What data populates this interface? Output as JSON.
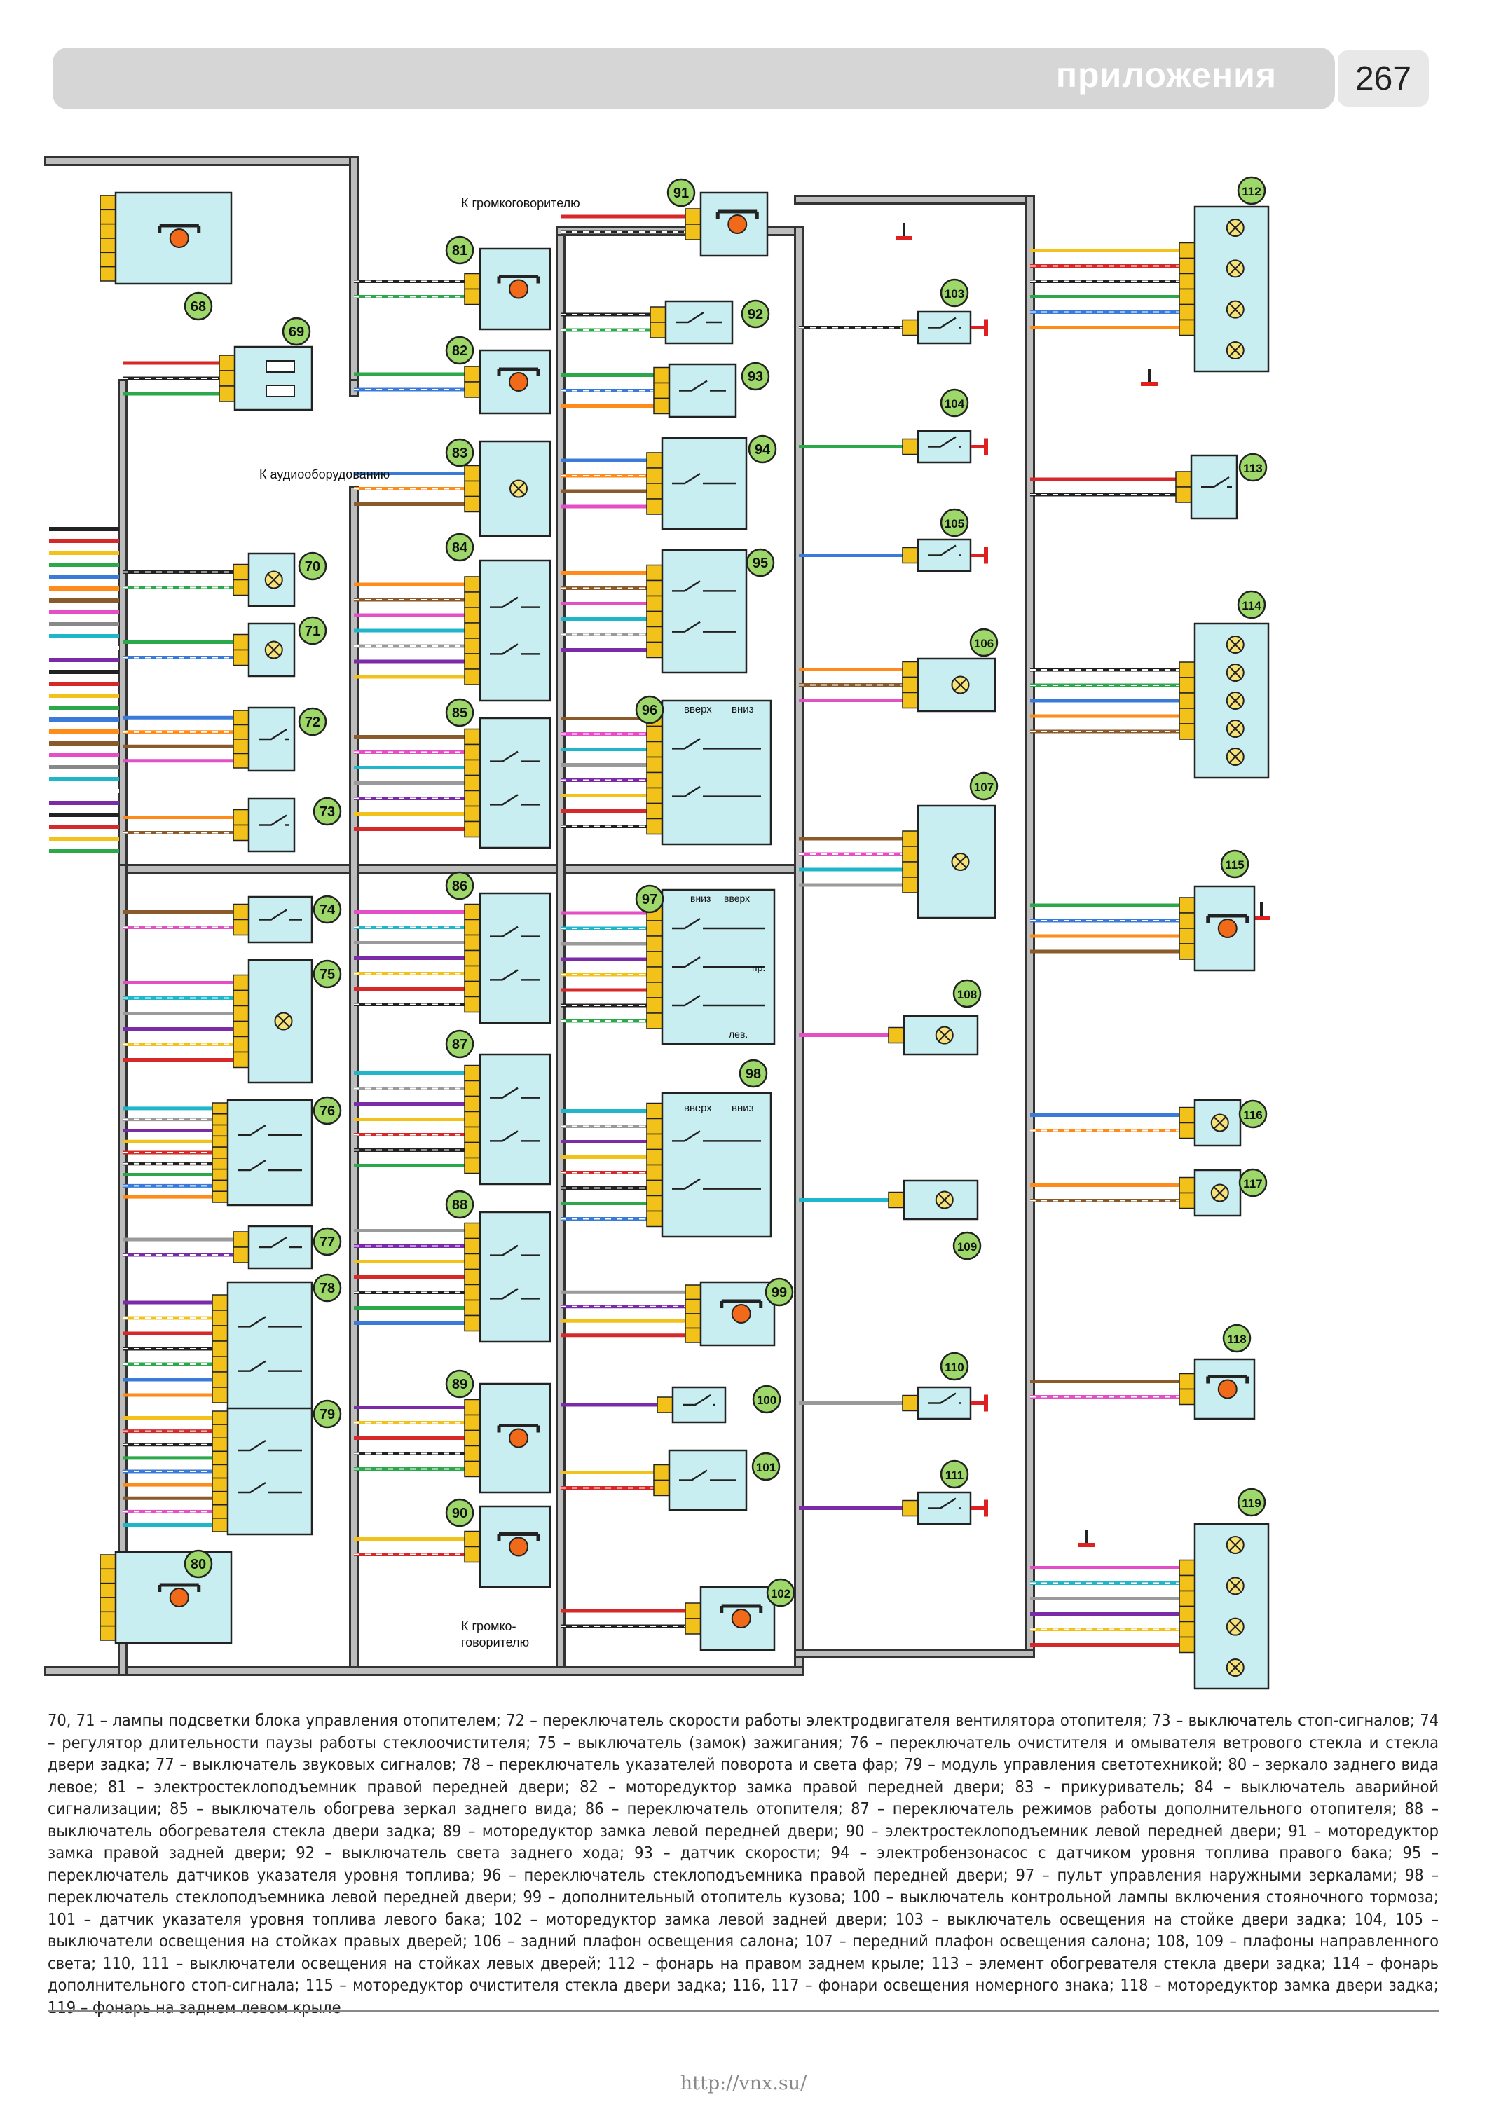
{
  "header": {
    "section": "приложения",
    "page_number": "267"
  },
  "diagram": {
    "labels": {
      "speaker_top": "К громкоговорителю",
      "audio": "К аудиооборудованию",
      "speaker_bottom_1": "К громко-",
      "speaker_bottom_2": "говорителю",
      "sw96_up": "вверх",
      "sw96_down": "вниз",
      "sw97_down": "вниз",
      "sw97_up": "вверх",
      "sw97_right": "пр.",
      "sw97_left": "лев.",
      "sw98_up": "вверх",
      "sw98_down": "вниз"
    },
    "components": [
      "68",
      "69",
      "70",
      "71",
      "72",
      "73",
      "74",
      "75",
      "76",
      "77",
      "78",
      "79",
      "80",
      "81",
      "82",
      "83",
      "84",
      "85",
      "86",
      "87",
      "88",
      "89",
      "90",
      "91",
      "92",
      "93",
      "94",
      "95",
      "96",
      "97",
      "98",
      "99",
      "100",
      "101",
      "102",
      "103",
      "104",
      "105",
      "106",
      "107",
      "108",
      "109",
      "110",
      "111",
      "112",
      "113",
      "114",
      "115",
      "116",
      "117",
      "118",
      "119"
    ],
    "colors": {
      "box_fill": "#c9eef2",
      "connector": "#f2c11a",
      "motor": "#f06a1a",
      "ground": "#e02020",
      "callout": "#9ed86a",
      "wire_main": "#222222"
    }
  },
  "legend": "70, 71 – лампы подсветки блока управления отопителем; 72 – переключатель скорости работы электродвигателя вентилятора отопителя; 73 – выключатель стоп-сигналов; 74 – регулятор длительности паузы работы стеклоочистителя; 75 – выключатель (замок) зажигания; 76 – переключатель очистителя и омывателя ветрового стекла и стекла двери задка; 77 – выключатель звуковых сигналов; 78 – переключатель указателей поворота и света фар; 79 – модуль управления светотехникой; 80 – зеркало заднего вида левое; 81 – электростеклоподъемник правой передней двери; 82 – моторедуктор замка правой передней двери; 83 – прикуриватель; 84 – выключатель аварийной сигнализации; 85 – выключатель обогрева зеркал заднего вида; 86 – переключатель отопителя; 87 – переключатель режимов работы дополнительного отопителя; 88 – выключатель обогревателя стекла двери задка; 89 – моторедуктор замка левой передней двери; 90 – электростеклоподъемник левой передней двери; 91 – моторедуктор замка правой задней двери; 92 – выключатель света заднего хода; 93 – датчик скорости; 94 – электробензонасос с датчиком уровня топлива правого бака; 95 – переключатель датчиков указателя уровня топлива; 96 – переключатель стеклоподъемника правой передней двери; 97 – пульт управления наружными зеркалами; 98 – переключатель стеклоподъемника левой передней двери; 99 – дополнительный отопитель кузова; 100 – выключатель контрольной лампы включения стояночного тормоза; 101 – датчик указателя уровня топлива левого бака; 102 – моторедуктор замка левой задней двери; 103 – выключатель освещения на стойке двери задка; 104, 105 – выключатели освещения на стойках правых дверей; 106 – задний плафон освещения салона; 107 – передний плафон освещения салона; 108, 109 – плафоны направленного света; 110, 111 – выключатели освещения на стойках левых дверей; 112 – фонарь на правом заднем крыле; 113 – элемент обогревателя стекла двери задка; 114 – фонарь дополнительного стоп-сигнала; 115 – моторедуктор очистителя стекла двери задка; 116, 117 – фонари освещения номерного знака; 118 – моторедуктор замка двери задка; 119 – фонарь на заднем левом крыле",
  "footer": {
    "url": "http://vnx.su/"
  }
}
